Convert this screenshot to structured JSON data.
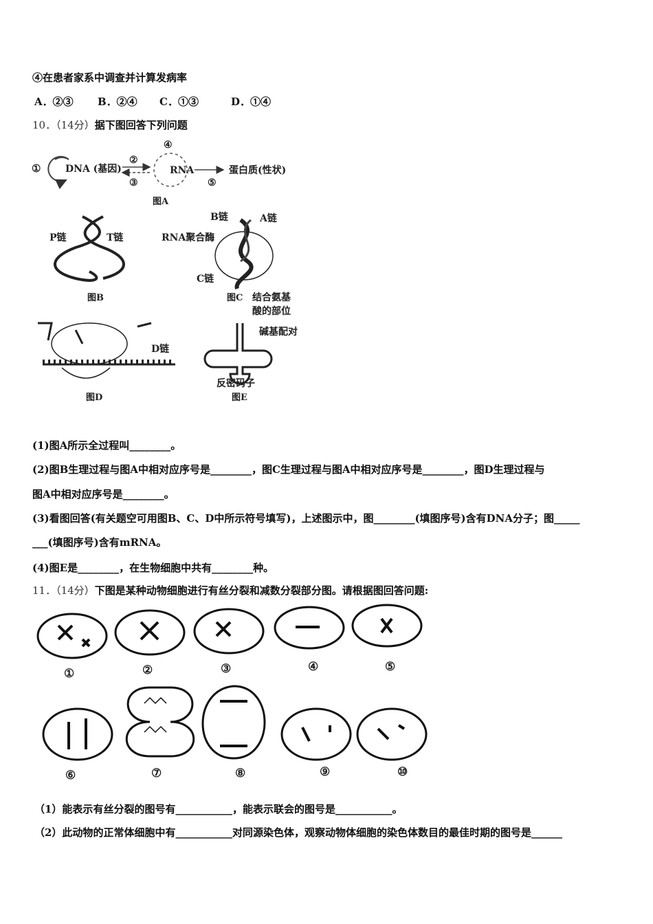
{
  "lines": {
    "l1": "④在患者家系中调查并计算发病率",
    "optA": "A．②③",
    "optB": "B．②④",
    "optC": "C．①③",
    "optD": "D．①④",
    "q10_num": "10．（14分）",
    "q10_text": "据下图回答下列问题",
    "q10_1": "(1)图A所示全过程叫________。",
    "q10_2a": "(2)图B生理过程与图A中相对应序号是________，图C生理过程与图A中相对应序号是________，图D生理过程与",
    "q10_2b": "图A中相对应序号是________。",
    "q10_3a": "(3)看图回答(有关题空可用图B、C、D中所示符号填写)，上述图示中，图________(填图序号)含有DNA分子；图_____",
    "q10_3b": "___(填图序号)含有mRNA。",
    "q10_4": "(4)图E是________，在生物细胞中共有________种。",
    "q11_num": "11．（14分）",
    "q11_text": "下图是某种动物细胞进行有丝分裂和减数分裂部分图。请根据图回答问题:",
    "q11_1": "（1）能表示有丝分裂的图号有___________，能表示联会的图号是___________。",
    "q11_2": "（2）此动物的正常体细胞中有___________对同源染色体，观察动物体细胞的染色体数目的最佳时期的图号是______"
  },
  "figA": {
    "n1": "①",
    "dna": "DNA (基因)",
    "n2": "②",
    "n3": "③",
    "n4": "④",
    "rna": "RNA",
    "n5": "⑤",
    "protein": "蛋白质(性状)",
    "caption": "图A"
  },
  "figB": {
    "p": "P链",
    "t": "T链",
    "caption": "图B"
  },
  "figC": {
    "b": "B链",
    "a": "A链",
    "pol": "RNA聚合酶",
    "c": "C链",
    "caption": "图C"
  },
  "figD": {
    "d": "D链",
    "caption": "图D"
  },
  "figE": {
    "site1": "结合氨基",
    "site2": "酸的部位",
    "pair": "碱基配对",
    "anti": "反密码子",
    "caption": "图E"
  },
  "cells": [
    "①",
    "②",
    "③",
    "④",
    "⑤",
    "⑥",
    "⑦",
    "⑧",
    "⑨",
    "⑩"
  ]
}
